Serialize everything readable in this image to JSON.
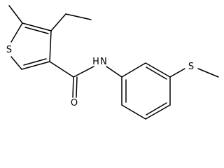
{
  "molecule": {
    "atoms": {
      "sulfur_ring": "S",
      "amide_nitrogen": "N",
      "amide_hydrogen": "H",
      "carbonyl_oxygen": "O",
      "sulfur_thioether": "S"
    }
  }
}
